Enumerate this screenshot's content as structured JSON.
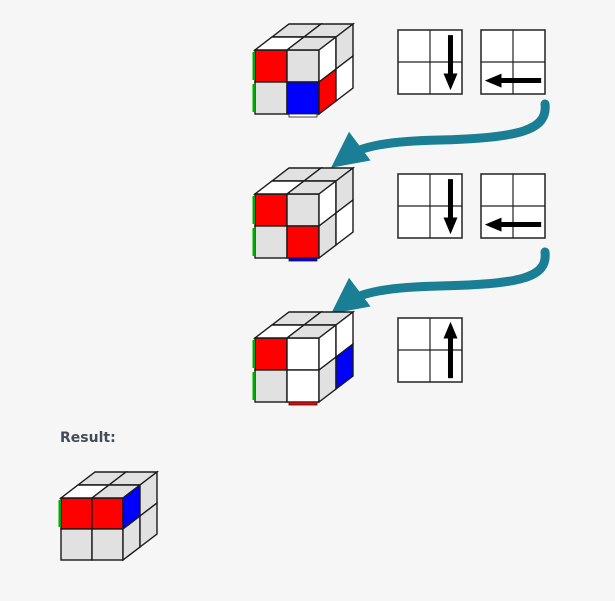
{
  "result_label": "Result:",
  "colors": {
    "red": "#ff0000",
    "blue": "#0000ff",
    "green": "#00aa00",
    "gray": "#e1e1e1",
    "white": "#ffffff",
    "outline": "#1a1a1a",
    "arrow_teal": "#1a7f94",
    "background": "#f6f6f6"
  },
  "steps": [
    {
      "cube": {
        "front": [
          "red",
          "gray",
          "gray",
          "blue"
        ],
        "top": [
          "gray",
          "gray",
          "white",
          "gray"
        ],
        "right": [
          "white",
          "gray",
          "red",
          "white"
        ],
        "left_edge": [
          "green",
          "green"
        ],
        "bottom_edge": [
          "white"
        ]
      },
      "moves": [
        {
          "icon": "arrow-down-icon",
          "direction": "down"
        },
        {
          "icon": "arrow-left-icon",
          "direction": "left"
        }
      ]
    },
    {
      "cube": {
        "front": [
          "red",
          "gray",
          "gray",
          "red"
        ],
        "top": [
          "gray",
          "gray",
          "white",
          "gray"
        ],
        "right": [
          "white",
          "gray",
          "gray",
          "white"
        ],
        "left_edge": [
          "green",
          "green"
        ],
        "bottom_edge": [
          "blue"
        ]
      },
      "moves": [
        {
          "icon": "arrow-down-icon",
          "direction": "down"
        },
        {
          "icon": "arrow-left-icon",
          "direction": "left"
        }
      ]
    },
    {
      "cube": {
        "front": [
          "red",
          "white",
          "gray",
          "white"
        ],
        "top": [
          "gray",
          "gray",
          "white",
          "gray"
        ],
        "right": [
          "white",
          "white",
          "gray",
          "blue"
        ],
        "left_edge": [
          "green",
          "green"
        ],
        "bottom_edge": [
          "red"
        ]
      },
      "moves": [
        {
          "icon": "arrow-up-icon",
          "direction": "up"
        }
      ]
    }
  ],
  "result_cube": {
    "front": [
      "red",
      "red",
      "gray",
      "gray"
    ],
    "top": [
      "gray",
      "gray",
      "white",
      "gray"
    ],
    "right": [
      "blue",
      "gray",
      "gray",
      "gray"
    ],
    "left_edge": [
      "green"
    ],
    "bottom_edge": []
  }
}
